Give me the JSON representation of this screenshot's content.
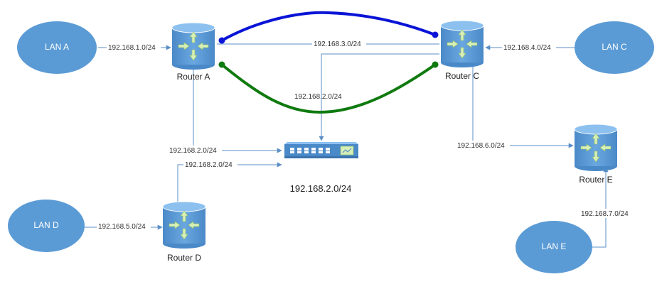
{
  "lans": {
    "a": {
      "label": "LAN A"
    },
    "c": {
      "label": "LAN C"
    },
    "d": {
      "label": "LAN D"
    },
    "e": {
      "label": "LAN E"
    }
  },
  "routers": {
    "a": {
      "label": "Router A"
    },
    "c": {
      "label": "Router C"
    },
    "d": {
      "label": "Router D"
    },
    "e": {
      "label": "Router E"
    }
  },
  "switch": {
    "label": "192.168.2.0/24"
  },
  "links": {
    "lan_a_router_a": "192.168.1.0/24",
    "router_a_router_c": "192.168.3.0/24",
    "lan_c_router_c": "192.168.4.0/24",
    "router_c_switch": "192.168.2.0/24",
    "router_a_switch": "192.168.2.0/24",
    "router_d_switch": "192.168.2.0/24",
    "lan_d_router_d": "192.168.5.0/24",
    "router_c_router_e": "192.168.6.0/24",
    "lan_e_router_e": "192.168.7.0/24"
  },
  "colors": {
    "lan_fill": "#5b9bd5",
    "router_fill": "#5b9bd5",
    "router_arrow": "#e2f0c9",
    "link_line": "#5b8fc7",
    "blue_path": "#0a14d6",
    "green_path": "#0f7a0f"
  },
  "icons": {
    "router": "router-icon",
    "switch": "switch-icon"
  }
}
